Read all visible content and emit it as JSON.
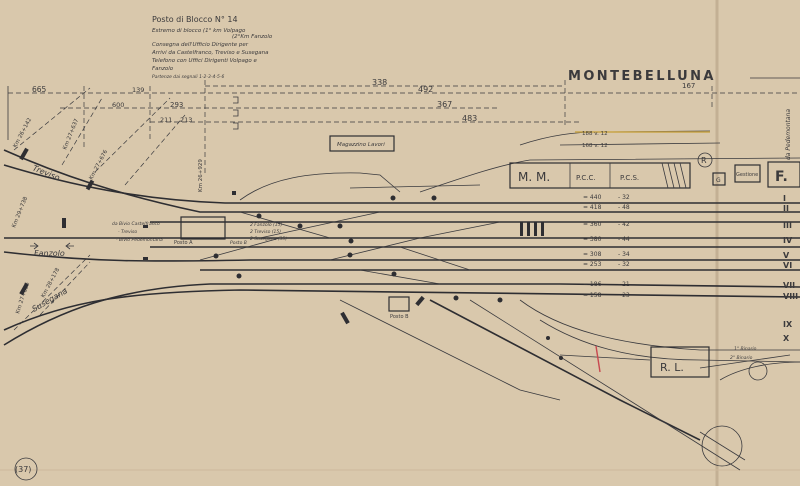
{
  "header": {
    "post_title": "Posto di Blocco  N° 14",
    "post_line1": "Estremo di blocco (1° km Volpago",
    "post_line2": "(2°Km Fanzolo",
    "consegna_1": "Consegna dell'Ufficio Dirigente per",
    "consegna_2": "Arrivi da Castelfranco, Treviso e Susegana",
    "consegna_3": "Telefono con Uffici Dirigenti Volpago e",
    "consegna_4": "Fanzolo",
    "consegna_5": "Partenze dai segnali 1-2-3-4-5-6",
    "station_name": "MONTEBELLUNA",
    "plate": "(37)"
  },
  "dimensions": {
    "d665": "665",
    "d600": "600",
    "d139": "139",
    "d338": "338",
    "d492": "492",
    "d293": "293",
    "d367": "367",
    "d211": "211",
    "d213": "213",
    "d483": "483",
    "d167": "167"
  },
  "buildings": {
    "magazzino": "Magazzino Lavori",
    "mm": "M. M.",
    "pcc": "P.C.C.",
    "pcs": "P.C.S.",
    "rl": "R. L.",
    "f": "F.",
    "r_circle": "R",
    "g": "G",
    "gestione": "Gestione",
    "posto_b": "Posto B",
    "posto_a": "Posto A"
  },
  "directions": {
    "treviso": "Treviso",
    "fanzolo": "Fanzolo",
    "susegana": "Susegana",
    "pedemontana": "da Pedemontana"
  },
  "legend": {
    "l1": "da Bivio Castelfranco",
    "l2": "- Treviso",
    "l3": "- Bivio Pedemontana"
  },
  "tracks": [
    {
      "num": "I",
      "length": "440",
      "useful": "32"
    },
    {
      "num": "II",
      "length": "418",
      "useful": "48"
    },
    {
      "num": "III",
      "length": "360",
      "useful": "42"
    },
    {
      "num": "IV",
      "length": "380",
      "useful": "44"
    },
    {
      "num": "V",
      "length": "308",
      "useful": "34"
    },
    {
      "num": "VI",
      "length": "253",
      "useful": "32"
    },
    {
      "num": "VII",
      "length": "186",
      "useful": "21"
    },
    {
      "num": "VIII",
      "length": "158",
      "useful": "23"
    },
    {
      "num": "IX",
      "length": "",
      "useful": ""
    },
    {
      "num": "X",
      "length": "",
      "useful": ""
    }
  ],
  "sidings": {
    "s1": "188 v. 12",
    "s2": "168 v. 12",
    "s3": "1° Binario",
    "s4": "2° Binario"
  },
  "km_labels": {
    "k1": "Km 26+142",
    "k2": "Km 27+637",
    "k3": "Km 27+676",
    "k4": "Km 29+738",
    "k5": "Km 26+929",
    "k6": "Km 27+835",
    "k7": "Km 28+178"
  },
  "switch_labels": {
    "w1": "2 Fanzolo (15)",
    "w2": "2 Treviso (15)",
    "w3": "2 Susegana (35)",
    "w4": "Posto B"
  },
  "colors": {
    "paper": "#d9c8ac",
    "ink": "#2e2e32",
    "highlight": "#c9a548",
    "red_mark": "#c8484f"
  }
}
